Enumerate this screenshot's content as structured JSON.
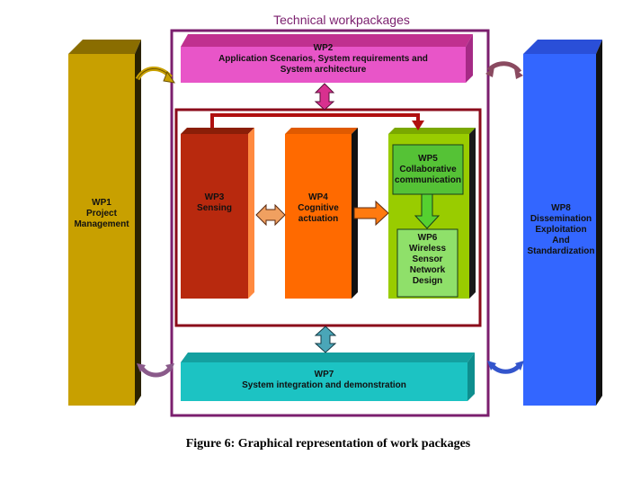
{
  "title": "Technical workpackages",
  "caption": "Figure 6: Graphical representation of work packages",
  "colors": {
    "frame": "#7b1f6e",
    "inner_frame": "#8b0a1a",
    "wp1": "#c8a000",
    "wp2": "#e855c8",
    "wp3": "#b8290e",
    "wp4": "#ff6a00",
    "wp5_wp6_container": "#99cc00",
    "wp5_wp6_box": "#66cc33",
    "wp7": "#1cc3c3",
    "wp8": "#3366ff"
  },
  "packages": {
    "wp1": [
      "WP1",
      "Project",
      "Management"
    ],
    "wp2": [
      "WP2",
      "Application Scenarios,  System requirements and",
      "System architecture"
    ],
    "wp3": [
      "WP3",
      "Sensing"
    ],
    "wp4": [
      "WP4",
      "Cognitive",
      "actuation"
    ],
    "wp5": [
      "WP5",
      "Collaborative",
      "communication"
    ],
    "wp6": [
      "WP6",
      "Wireless",
      "Sensor",
      "Network",
      "Design"
    ],
    "wp7": [
      "WP7",
      "System integration and demonstration"
    ],
    "wp8": [
      "WP8",
      "Dissemination",
      "Exploitation",
      "And",
      "Standardization"
    ]
  }
}
